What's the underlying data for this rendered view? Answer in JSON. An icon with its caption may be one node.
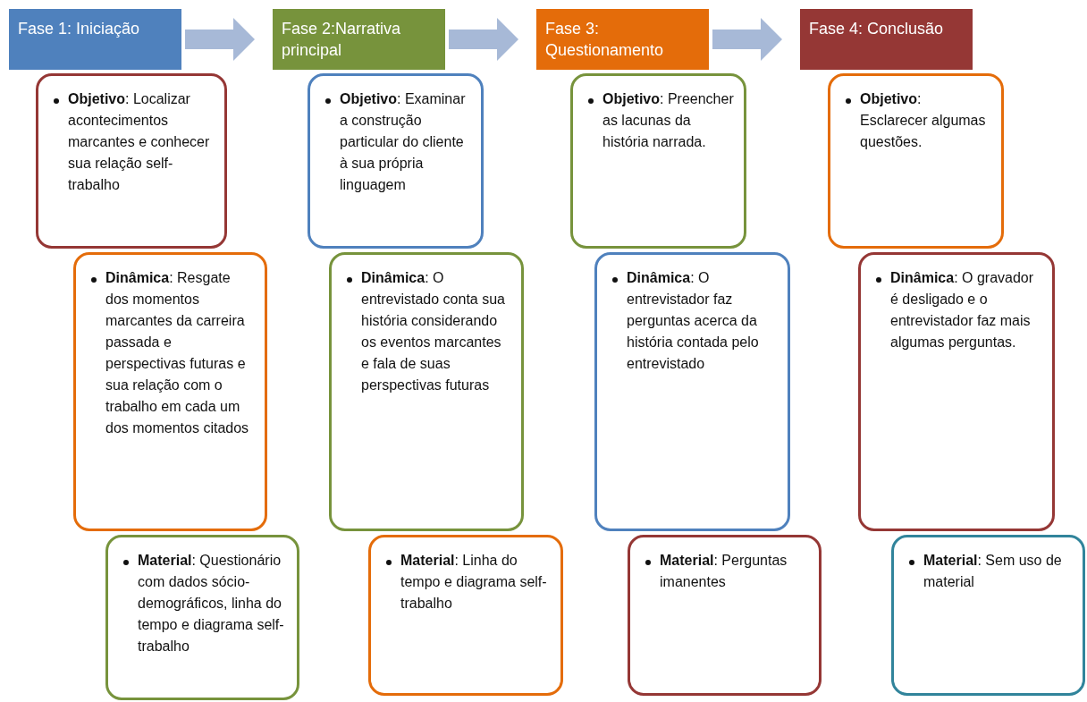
{
  "diagram": {
    "nodes": [
      {
        "text": [
          "Fase 1: Iniciação"
        ]
      },
      {
        "text": [
          "**Objetivo**: Localizar acontecimentos marcantes e conhecer sua relação self-trabalho"
        ]
      },
      {
        "text": [
          "**Dinâmica**: Resgate dos momentos marcantes da carreira passada e perspectivas futuras e sua relação com o trabalho em cada um dos momentos citados"
        ]
      },
      {
        "text": [
          "**Material**: Questionário com dados sócio-demográficos, linha do tempo e diagrama self-trabalho"
        ]
      },
      {
        "text": [
          "Fase 2:Narrativa principal"
        ]
      },
      {
        "text": [
          "**Objetivo**: Examinar a construção particular do cliente à sua própria linguagem"
        ]
      },
      {
        "text": [
          "**Dinâmica**: O entrevistado conta sua história considerando os eventos marcantes e fala de suas perspectivas futuras"
        ]
      },
      {
        "text": [
          "**Material**: Linha do tempo e diagrama self-trabalho"
        ]
      },
      {
        "text": [
          "Fase 3: Questionamento"
        ]
      },
      {
        "text": [
          "**Objetivo**: Preencher as lacunas da história narrada."
        ]
      },
      {
        "text": [
          "**Dinâmica**: O entrevistador faz perguntas acerca da história contada pelo entrevistado"
        ]
      },
      {
        "text": [
          "**Material**: Perguntas imanentes"
        ]
      },
      {
        "text": [
          "Fase 4: Conclusão"
        ]
      },
      {
        "text": [
          "**Objetivo**: Esclarecer algumas questões."
        ]
      },
      {
        "text": [
          "**Dinâmica**: O gravador é desligado e o entrevistador faz mais algumas perguntas."
        ]
      },
      {
        "text": [
          "**Material**: Sem uso de material"
        ]
      }
    ],
    "edges": [
      {
        "from": 0,
        "to": 4,
        "arrow": "to"
      },
      {
        "from": 4,
        "to": 8,
        "arrow": "to"
      },
      {
        "from": 8,
        "to": 12,
        "arrow": "to"
      }
    ]
  }
}
